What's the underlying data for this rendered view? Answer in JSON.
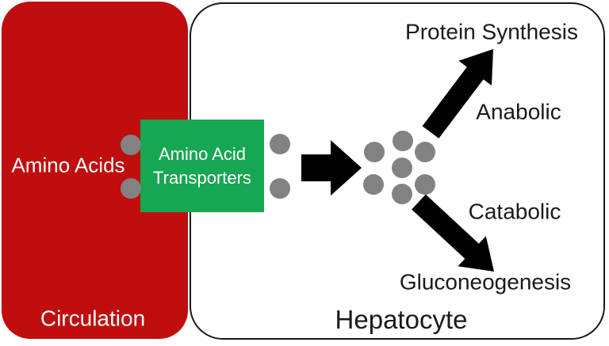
{
  "colors": {
    "circulation_red": "#C00D0D",
    "transporter_green": "#17A652",
    "dot_gray": "#828282",
    "arrow_black": "#000000",
    "outline_black": "#1A1A1A",
    "label_white": "#FFFFFF",
    "label_black": "#1A1A1A"
  },
  "circulation": {
    "region_label": "Circulation",
    "amino_acids_label": "Amino Acids"
  },
  "transporter": {
    "line1": "Amino Acid",
    "line2": "Transporters"
  },
  "hepatocyte": {
    "region_label": "Hepatocyte",
    "protein_synthesis_label": "Protein Synthesis",
    "anabolic_label": "Anabolic",
    "catabolic_label": "Catabolic",
    "gluconeogenesis_label": "Gluconeogenesis"
  }
}
